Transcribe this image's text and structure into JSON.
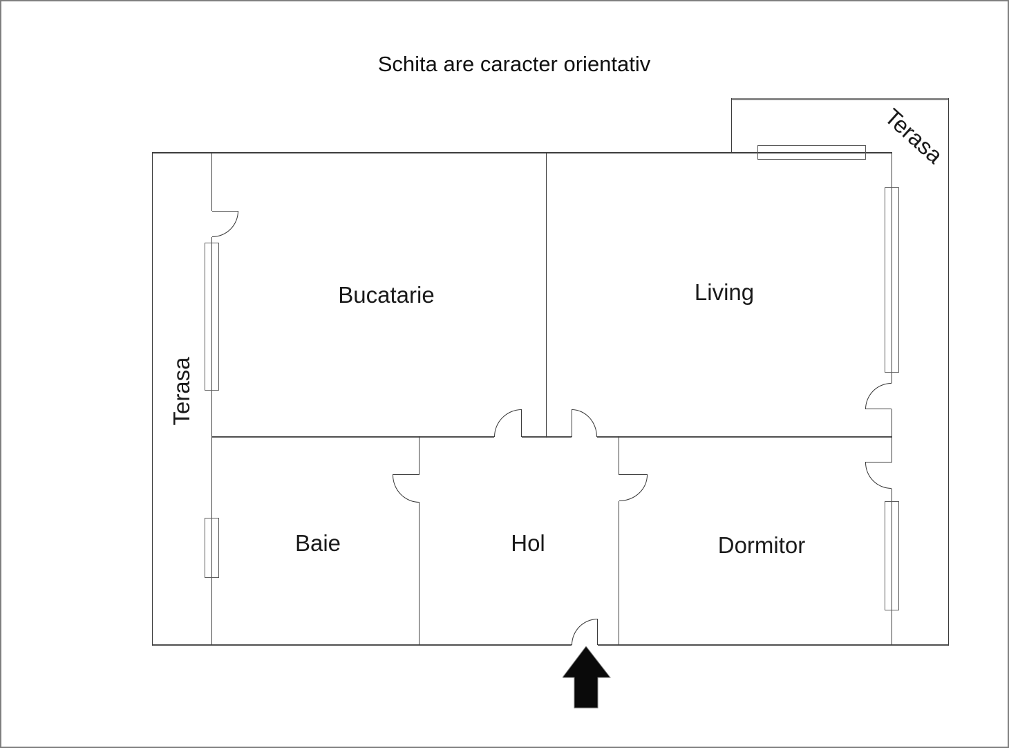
{
  "title": "Schita are caracter orientativ",
  "rooms": {
    "bucatarie": {
      "label": "Bucatarie"
    },
    "living": {
      "label": "Living"
    },
    "baie": {
      "label": "Baie"
    },
    "hol": {
      "label": "Hol"
    },
    "dormitor": {
      "label": "Dormitor"
    }
  },
  "terraces": {
    "left": {
      "label": "Terasa"
    },
    "top_right": {
      "label": "Terasa"
    }
  },
  "entrance": {
    "indicator": "black-arrow-up"
  },
  "colors": {
    "background": "#ffffff",
    "wall": "#3c3c3c",
    "frame": "#7f7f7f",
    "arrow": "#0a0a0a"
  }
}
